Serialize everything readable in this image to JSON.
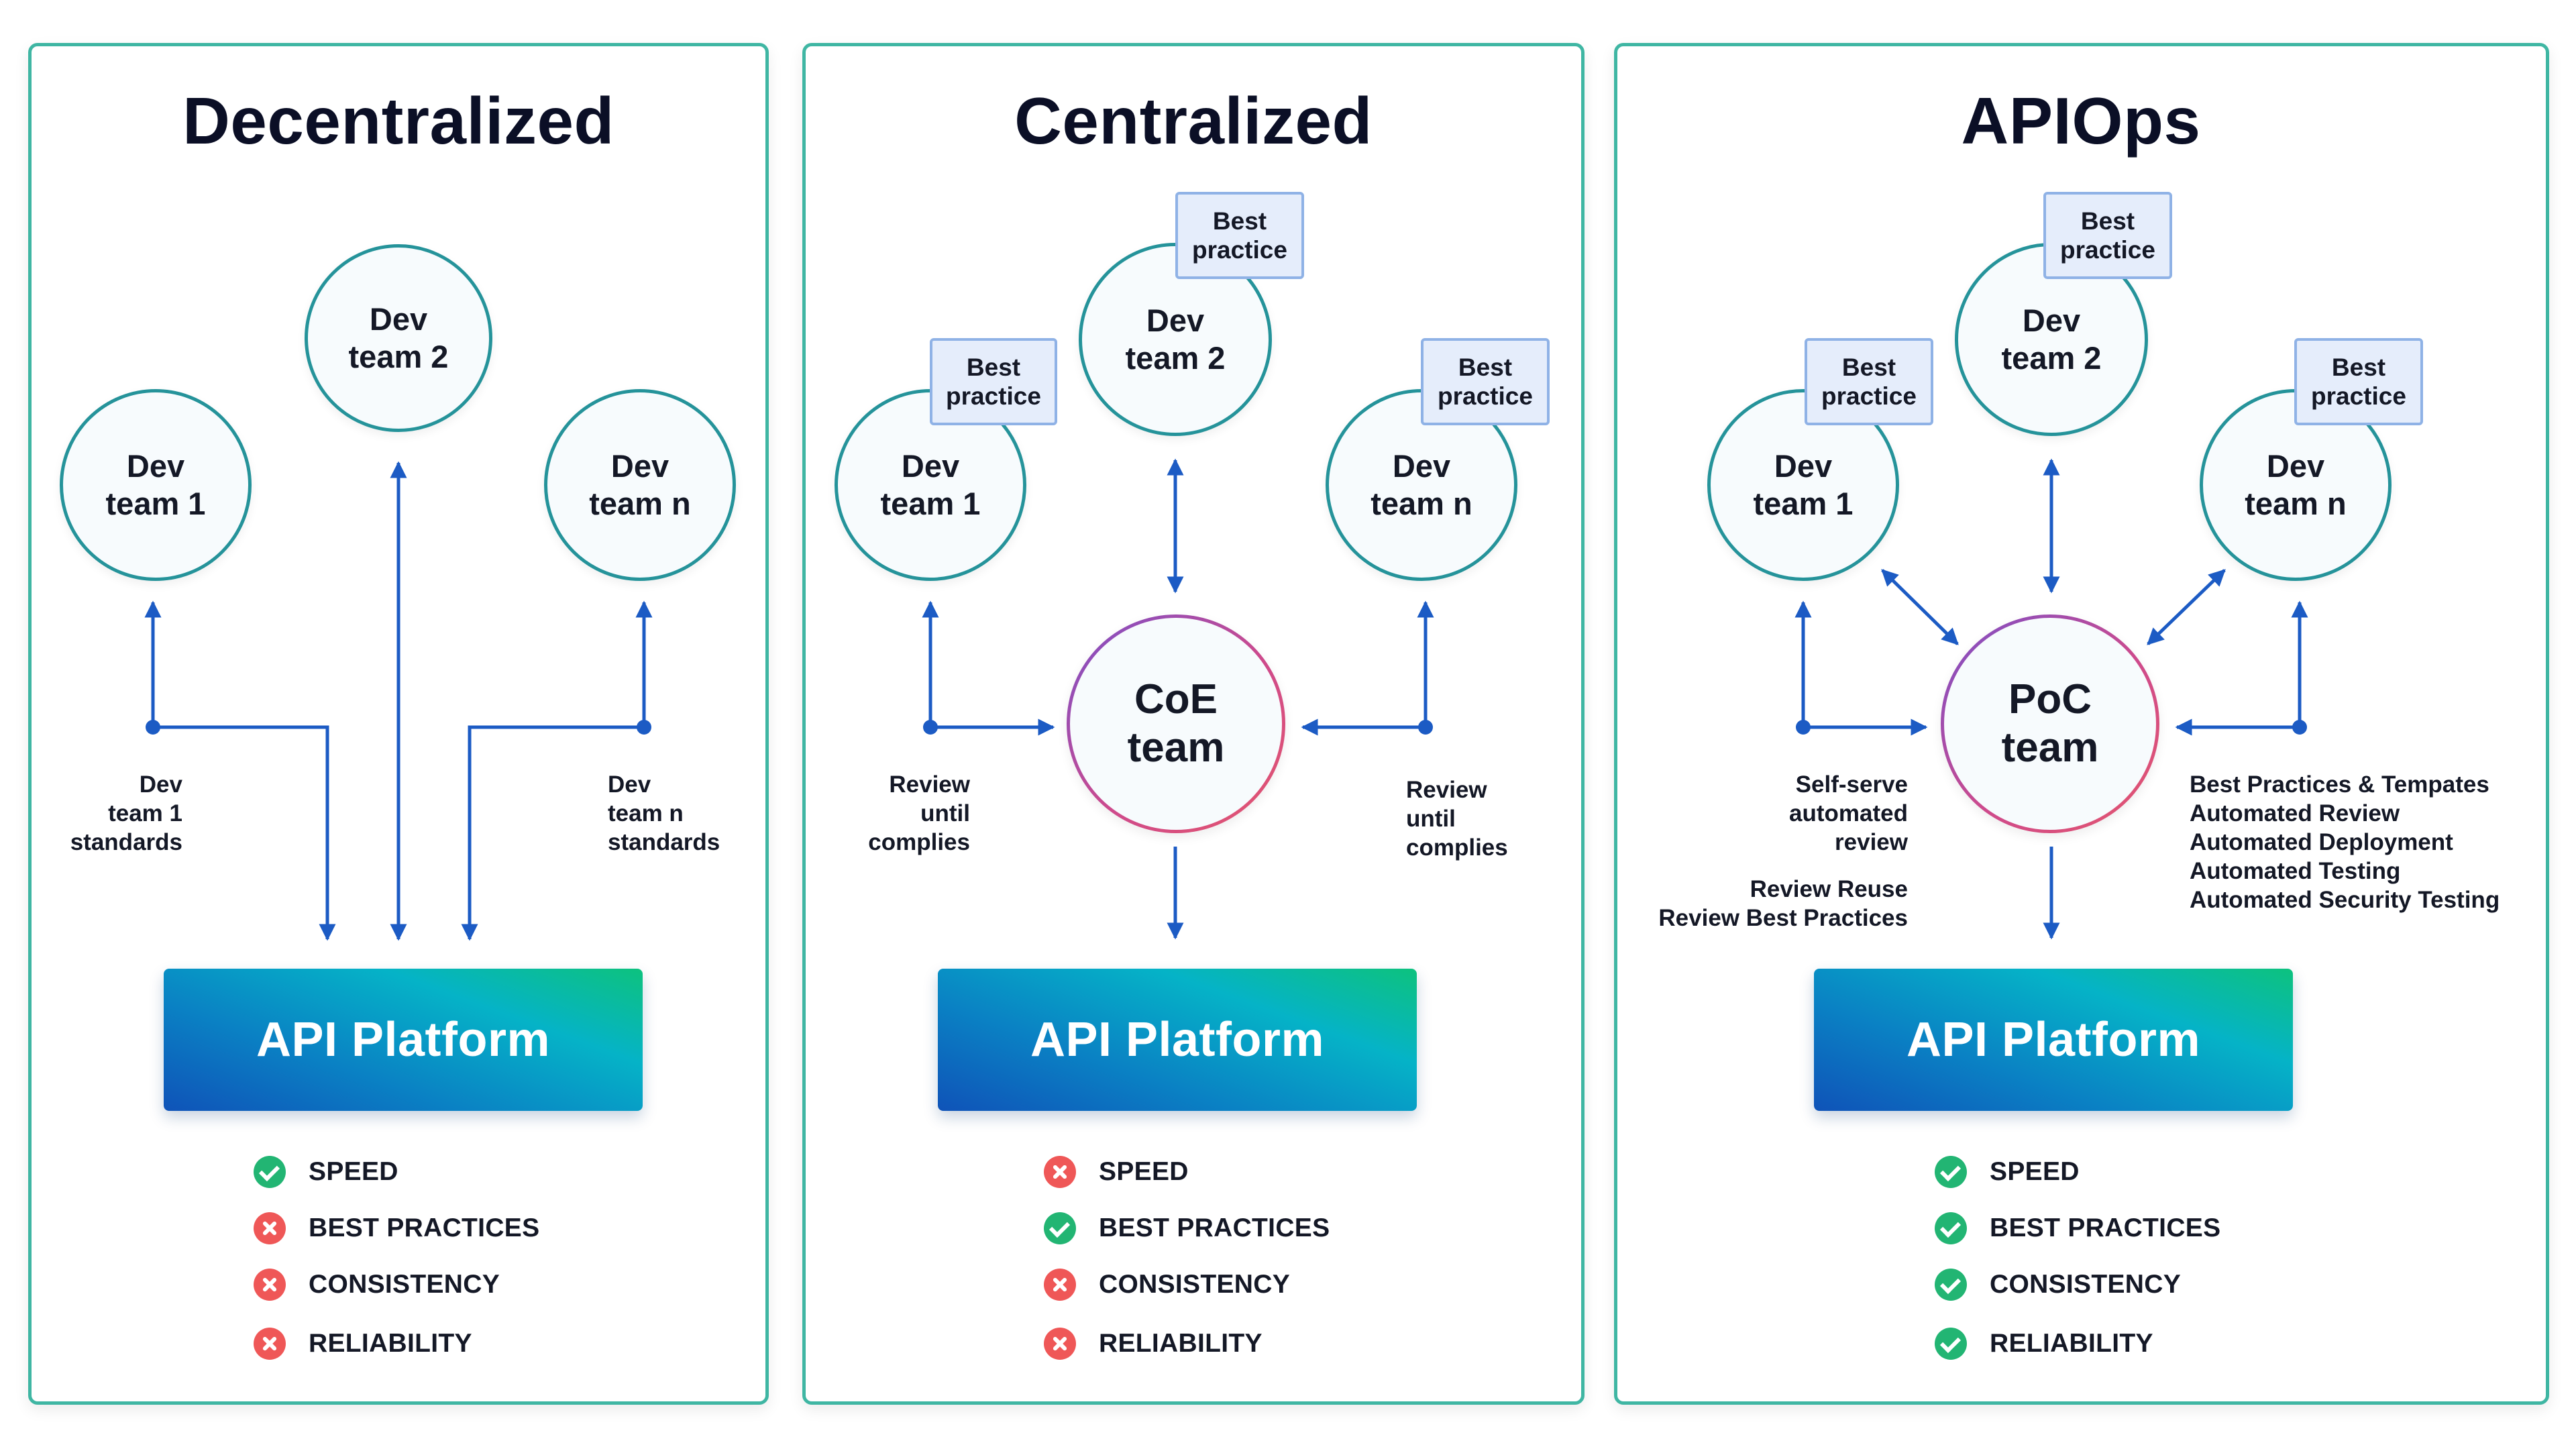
{
  "colors": {
    "panel_border": "#3fb6a3",
    "dev_circle_border": "#25939a",
    "hub_border": "#ce4a8c",
    "arrow": "#1c5bc4",
    "pass": "#22b573",
    "fail": "#ef5757",
    "platform_gradient": [
      "#0f53b8",
      "#05b3c7",
      "#0dc27e"
    ]
  },
  "panels": [
    {
      "title": "Decentralized",
      "teams": [
        "Dev\nteam 1",
        "Dev\nteam 2",
        "Dev\nteam n"
      ],
      "notes": [
        "Dev\nteam 1\nstandards",
        "Dev\nteam n\nstandards"
      ],
      "platform": "API Platform",
      "metrics": [
        {
          "label": "SPEED",
          "status": "pass",
          "icon": "check-icon"
        },
        {
          "label": "BEST PRACTICES",
          "status": "fail",
          "icon": "cross-icon"
        },
        {
          "label": "CONSISTENCY",
          "status": "fail",
          "icon": "cross-icon"
        },
        {
          "label": "RELIABILITY",
          "status": "fail",
          "icon": "cross-icon"
        }
      ]
    },
    {
      "title": "Centralized",
      "teams": [
        "Dev\nteam 1",
        "Dev\nteam 2",
        "Dev\nteam n"
      ],
      "best_practice": "Best\npractice",
      "hub": "CoE\nteam",
      "notes": [
        "Review\nuntil\ncomplies",
        "Review\nuntil\ncomplies"
      ],
      "platform": "API Platform",
      "metrics": [
        {
          "label": "SPEED",
          "status": "fail",
          "icon": "cross-icon"
        },
        {
          "label": "BEST PRACTICES",
          "status": "pass",
          "icon": "check-icon"
        },
        {
          "label": "CONSISTENCY",
          "status": "fail",
          "icon": "cross-icon"
        },
        {
          "label": "RELIABILITY",
          "status": "fail",
          "icon": "cross-icon"
        }
      ]
    },
    {
      "title": "APIOps",
      "teams": [
        "Dev\nteam 1",
        "Dev\nteam 2",
        "Dev\nteam n"
      ],
      "best_practice": "Best\npractice",
      "hub": "PoC\nteam",
      "notes": [
        "Self-serve\nautomated\nreview",
        "Review Reuse\nReview Best Practices",
        "Best Practices & Tempates\nAutomated Review\nAutomated Deployment\nAutomated Testing\nAutomated Security Testing"
      ],
      "platform": "API Platform",
      "metrics": [
        {
          "label": "SPEED",
          "status": "pass",
          "icon": "check-icon"
        },
        {
          "label": "BEST PRACTICES",
          "status": "pass",
          "icon": "check-icon"
        },
        {
          "label": "CONSISTENCY",
          "status": "pass",
          "icon": "check-icon"
        },
        {
          "label": "RELIABILITY",
          "status": "pass",
          "icon": "check-icon"
        }
      ]
    }
  ]
}
